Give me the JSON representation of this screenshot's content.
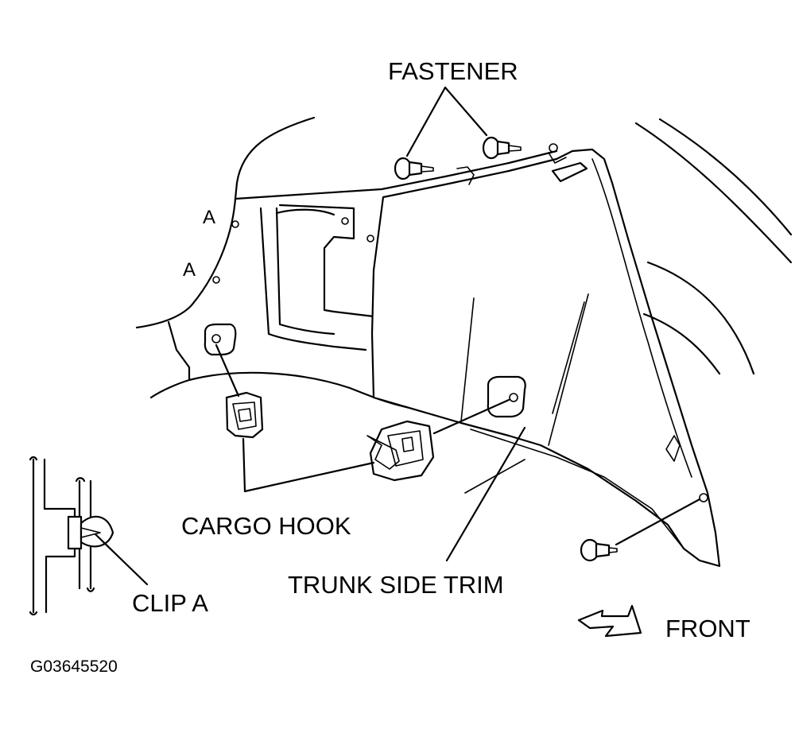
{
  "labels": {
    "fastener": "FASTENER",
    "cargo_hook": "CARGO HOOK",
    "trunk_side_trim": "TRUNK SIDE TRIM",
    "clip_a": "CLIP A",
    "front": "FRONT",
    "point_a_upper": "A",
    "point_a_lower": "A",
    "figure_code": "G03645520"
  }
}
